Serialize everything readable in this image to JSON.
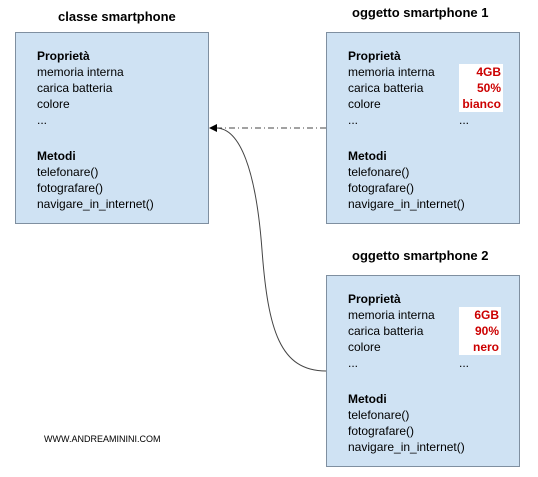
{
  "class_box": {
    "title": "classe smartphone",
    "props_header": "Proprietà",
    "props": [
      "memoria interna",
      "carica batteria",
      "colore",
      "..."
    ],
    "methods_header": "Metodi",
    "methods": [
      "telefonare()",
      "fotografare()",
      "navigare_in_internet()"
    ]
  },
  "object1": {
    "title": "oggetto smartphone 1",
    "props_header": "Proprietà",
    "props": [
      "memoria interna",
      "carica batteria",
      "colore",
      "..."
    ],
    "values": [
      "4GB",
      "50%",
      "bianco"
    ],
    "values_more": "...",
    "methods_header": "Metodi",
    "methods": [
      "telefonare()",
      "fotografare()",
      "navigare_in_internet()"
    ]
  },
  "object2": {
    "title": "oggetto smartphone 2",
    "props_header": "Proprietà",
    "props": [
      "memoria interna",
      "carica batteria",
      "colore",
      "..."
    ],
    "values": [
      "6GB",
      "90%",
      "nero"
    ],
    "values_more": "...",
    "methods_header": "Metodi",
    "methods": [
      "telefonare()",
      "fotografare()",
      "navigare_in_internet()"
    ]
  },
  "credit": "WWW.ANDREAMININI.COM",
  "colors": {
    "box_fill": "#cfe2f3",
    "value_text": "#cc0000"
  }
}
